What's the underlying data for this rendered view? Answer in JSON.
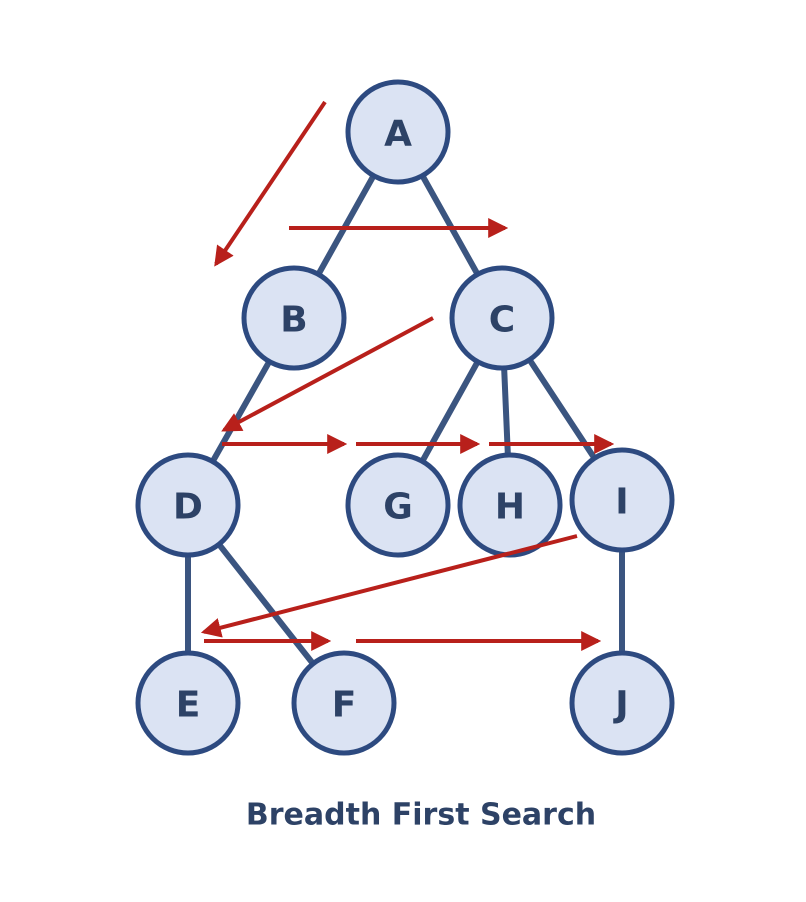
{
  "diagram": {
    "caption": "Breadth First Search",
    "colors": {
      "node_fill": "#dbe3f3",
      "node_stroke": "#2d4a80",
      "edge": "#3b5580",
      "arrow": "#b8201b",
      "text": "#2d4266"
    },
    "nodes": [
      {
        "id": "A",
        "label": "A"
      },
      {
        "id": "B",
        "label": "B"
      },
      {
        "id": "C",
        "label": "C"
      },
      {
        "id": "D",
        "label": "D"
      },
      {
        "id": "G",
        "label": "G"
      },
      {
        "id": "H",
        "label": "H"
      },
      {
        "id": "I",
        "label": "I"
      },
      {
        "id": "E",
        "label": "E"
      },
      {
        "id": "F",
        "label": "F"
      },
      {
        "id": "J",
        "label": "J"
      }
    ],
    "edges": [
      {
        "from": "A",
        "to": "B"
      },
      {
        "from": "A",
        "to": "C"
      },
      {
        "from": "B",
        "to": "D"
      },
      {
        "from": "C",
        "to": "G"
      },
      {
        "from": "C",
        "to": "H"
      },
      {
        "from": "C",
        "to": "I"
      },
      {
        "from": "D",
        "to": "E"
      },
      {
        "from": "D",
        "to": "F"
      },
      {
        "from": "I",
        "to": "J"
      }
    ],
    "traversal_arrows": [
      {
        "from": "A",
        "to": "B"
      },
      {
        "from": "B",
        "to": "C"
      },
      {
        "from": "C",
        "to": "D"
      },
      {
        "from": "D",
        "to": "G"
      },
      {
        "from": "G",
        "to": "H"
      },
      {
        "from": "H",
        "to": "I"
      },
      {
        "from": "I",
        "to": "E"
      },
      {
        "from": "E",
        "to": "F"
      },
      {
        "from": "F",
        "to": "J"
      }
    ]
  }
}
